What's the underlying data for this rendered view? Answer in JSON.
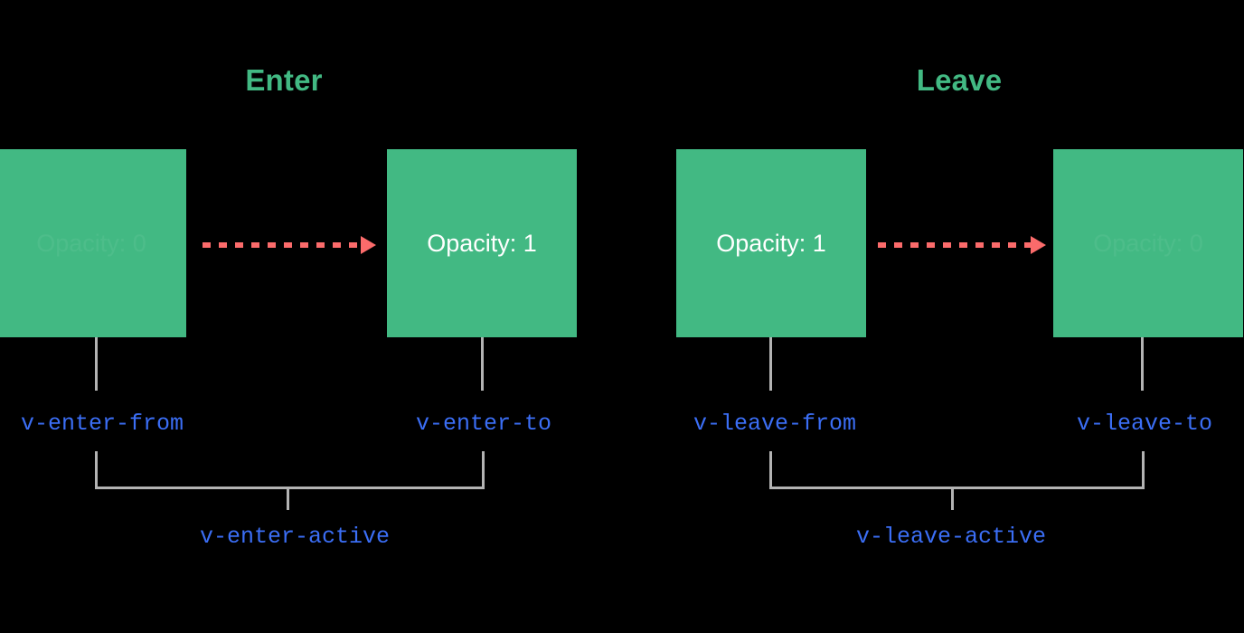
{
  "diagram": {
    "background_color": "#000000",
    "accent_green": "#42b983",
    "accent_red": "#fb6b6b",
    "accent_blue": "#3b6ef5",
    "line_gray": "#b3b3b3",
    "sections": [
      {
        "id": "enter",
        "title": "Enter",
        "from_box_label": "Opacity: 0",
        "to_box_label": "Opacity: 1",
        "from_hook": "v-enter-from",
        "to_hook": "v-enter-to",
        "active_hook": "v-enter-active",
        "arrow": "dashed-arrow-right"
      },
      {
        "id": "leave",
        "title": "Leave",
        "from_box_label": "Opacity: 1",
        "to_box_label": "Opacity: 0",
        "from_hook": "v-leave-from",
        "to_hook": "v-leave-to",
        "active_hook": "v-leave-active",
        "arrow": "dashed-arrow-right"
      }
    ]
  }
}
